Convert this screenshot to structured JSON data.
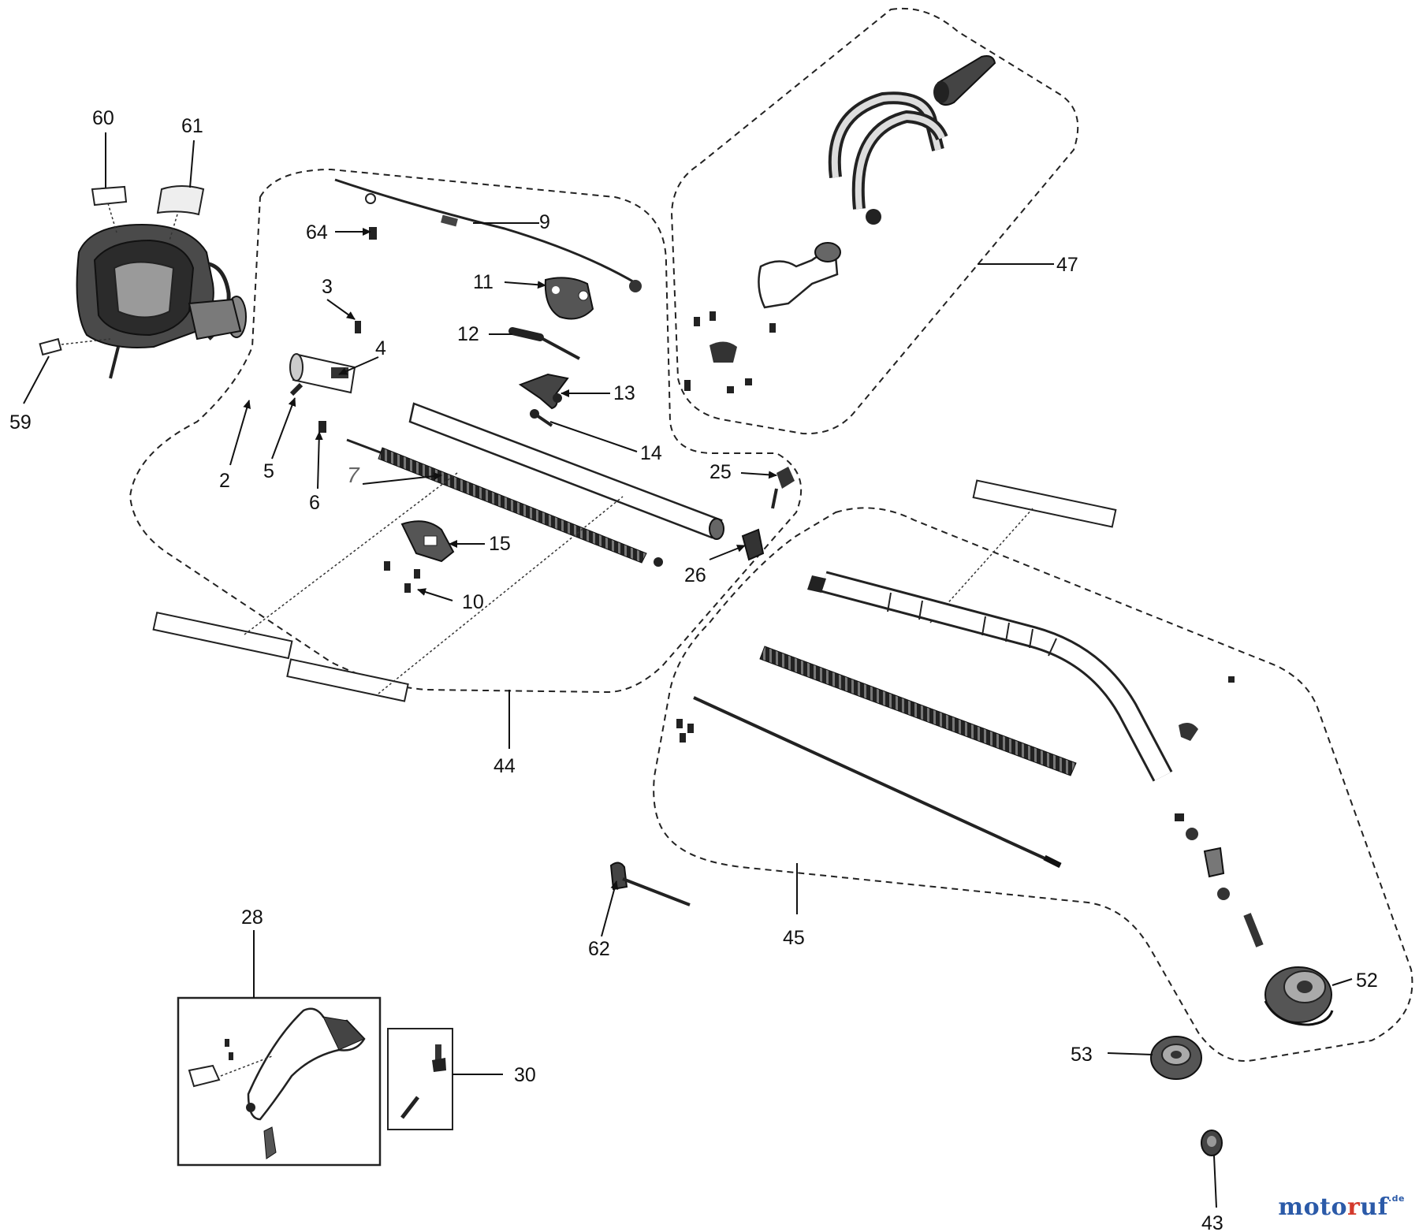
{
  "diagram": {
    "type": "exploded-parts-diagram",
    "part_numbers": [
      "2",
      "3",
      "4",
      "5",
      "6",
      "7",
      "9",
      "10",
      "11",
      "12",
      "13",
      "14",
      "15",
      "25",
      "26",
      "28",
      "30",
      "43",
      "44",
      "45",
      "47",
      "52",
      "53",
      "59",
      "60",
      "61",
      "62",
      "64"
    ]
  },
  "labels": {
    "p60": "60",
    "p61": "61",
    "p59": "59",
    "p64": "64",
    "p9": "9",
    "p3": "3",
    "p4": "4",
    "p11": "11",
    "p12": "12",
    "p13": "13",
    "p14": "14",
    "p2": "2",
    "p5": "5",
    "p6": "6",
    "p7": "7",
    "p25": "25",
    "p26": "26",
    "p15": "15",
    "p10": "10",
    "p44": "44",
    "p47": "47",
    "p45": "45",
    "p62": "62",
    "p52": "52",
    "p53": "53",
    "p43": "43",
    "p28": "28",
    "p30": "30"
  },
  "watermark": {
    "brand_a": "moto",
    "brand_b": "r",
    "brand_c": "uf",
    "domain": ".de"
  }
}
